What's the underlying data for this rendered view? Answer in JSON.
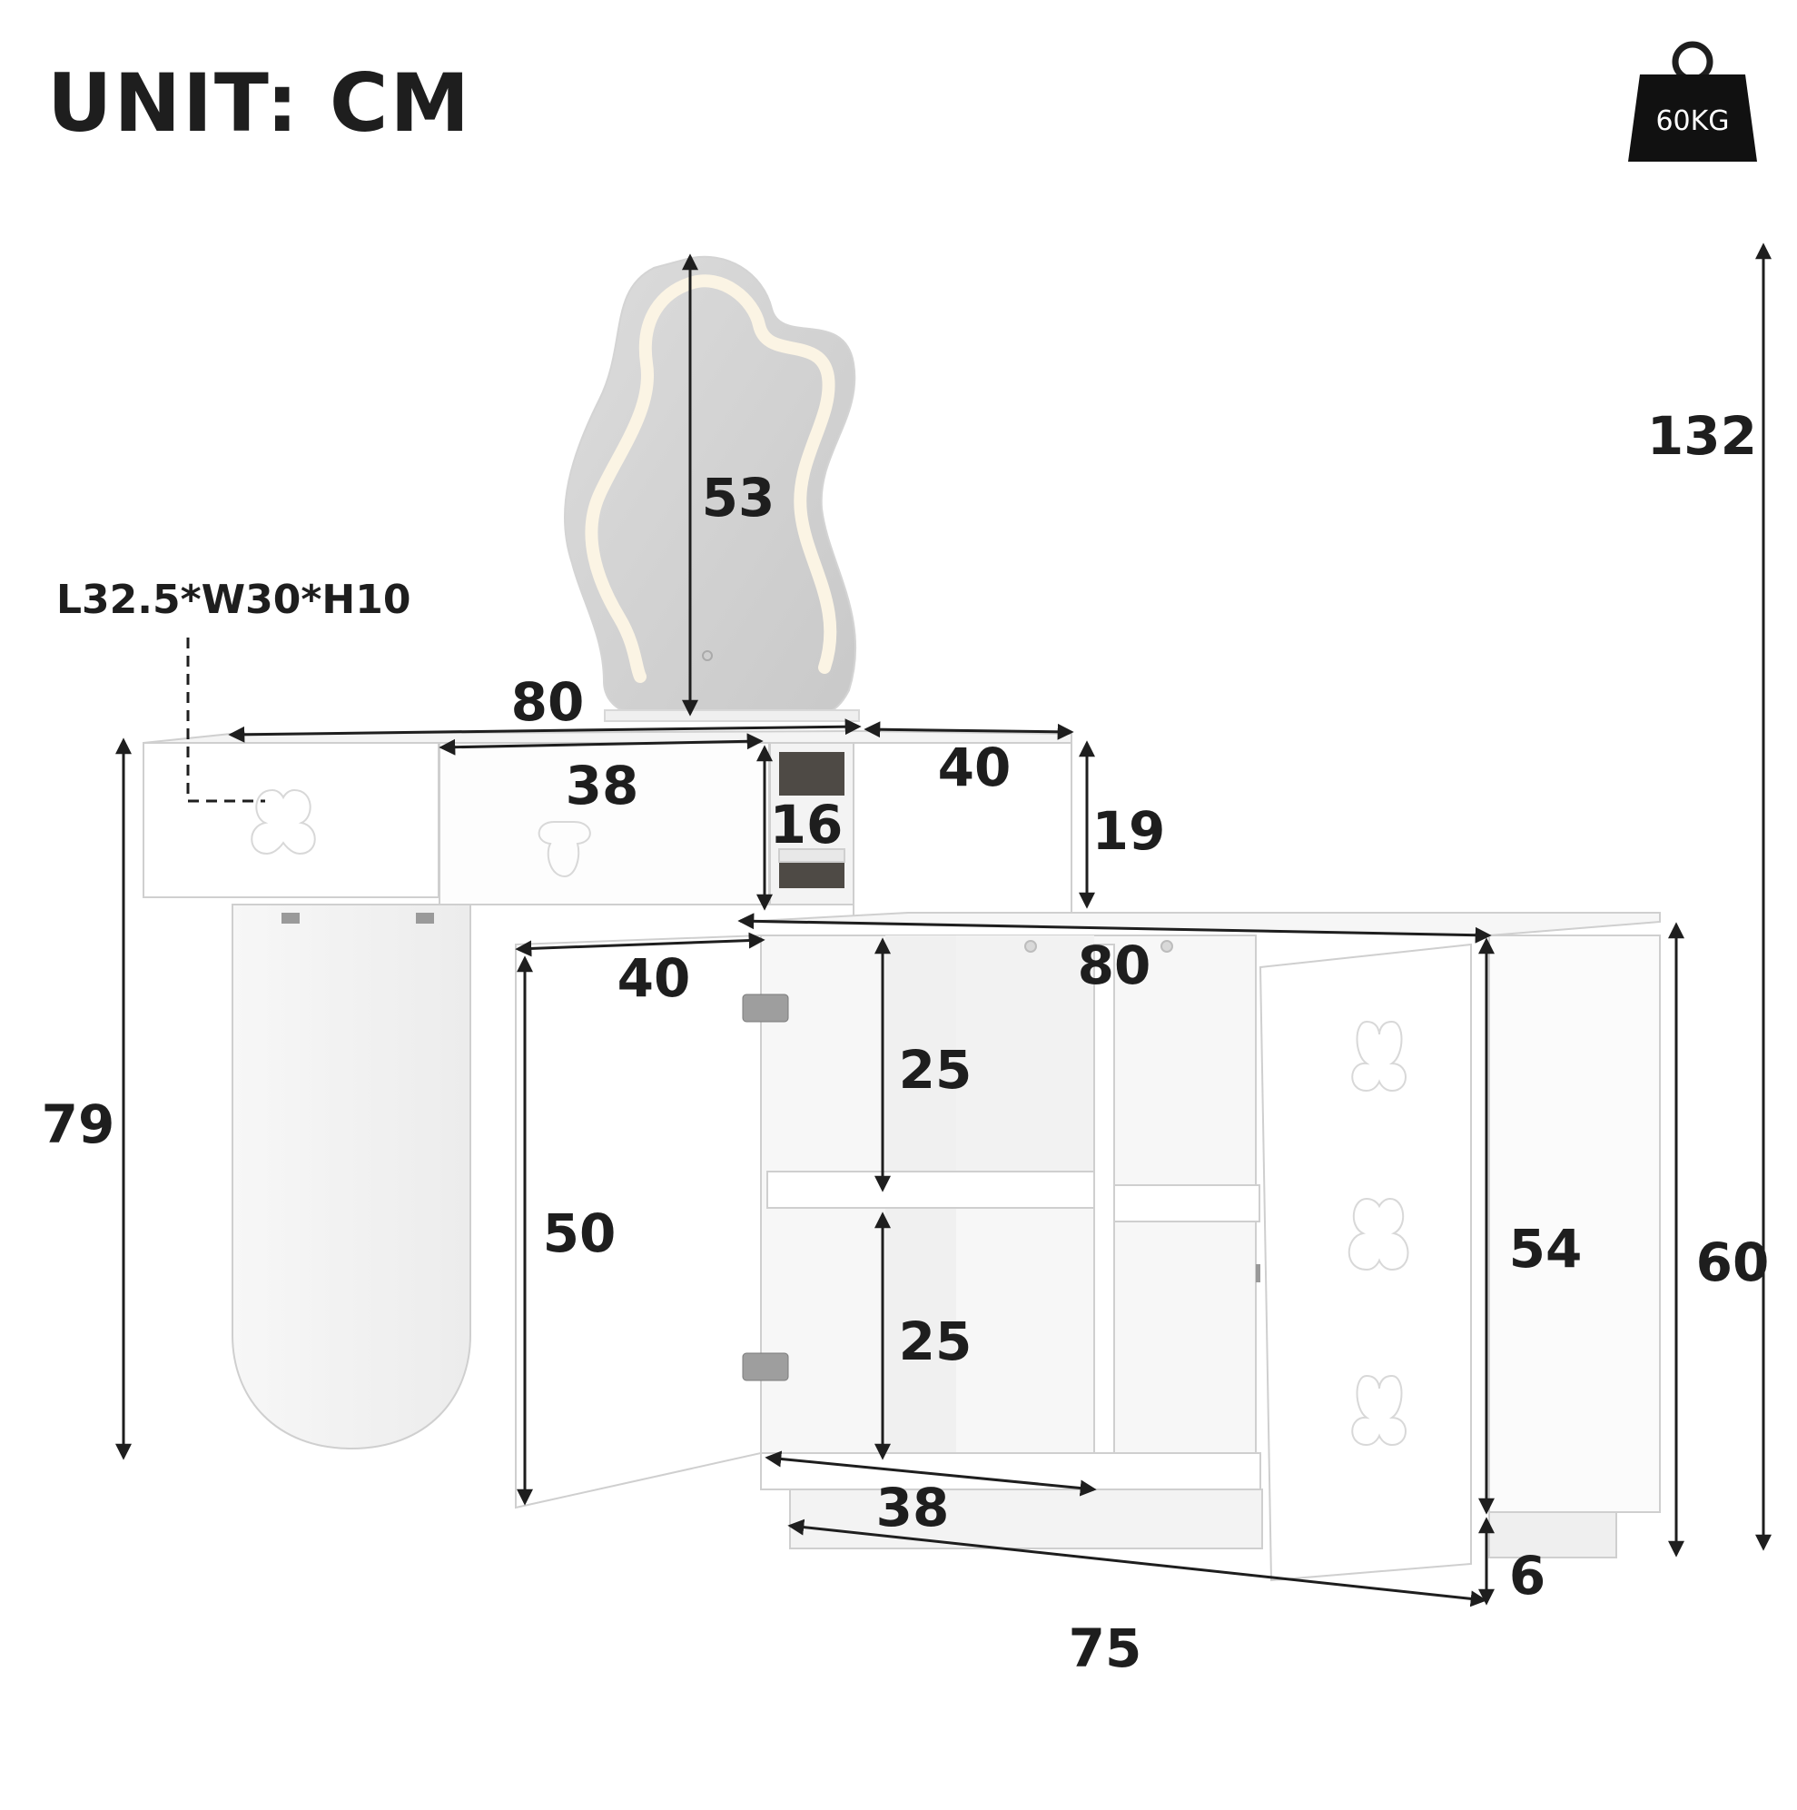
{
  "header": {
    "unit_label": "UNIT: CM",
    "weight_label": "60KG"
  },
  "callout": {
    "drawer_size": "L32.5*W30*H10"
  },
  "dimensions": {
    "total_height": "132",
    "mirror_height": "53",
    "desk_width": "80",
    "drawer_width": "38",
    "open_compartment_height": "16",
    "right_drawer_width": "40",
    "top_height": "19",
    "desk_height": "79",
    "door_width": "40",
    "cabinet_width": "80",
    "upper_shelf_height": "25",
    "lower_shelf_height": "25",
    "door_height": "50",
    "cabinet_body_height": "54",
    "cabinet_height": "60",
    "shelf_width": "38",
    "base_height": "6",
    "cabinet_depth": "75"
  },
  "colors": {
    "ink": "#1e1e1e",
    "panel": "#ffffff",
    "panel_edge": "#cfcfcf",
    "shadow": "#e4e4e4",
    "mirror": "#d6d6d6",
    "light_strip": "#fbf4e4"
  }
}
